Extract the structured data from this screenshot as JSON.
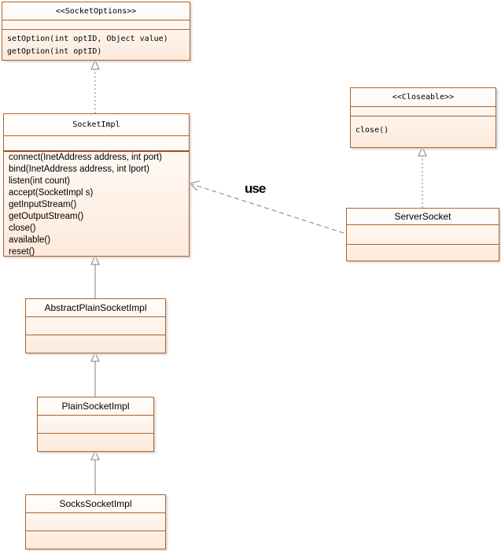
{
  "classes": {
    "socket_options": {
      "name": "<<SocketOptions>>",
      "operations": [
        "setOption(int optID, Object value)",
        "getOption(int optID)"
      ]
    },
    "socket_impl": {
      "name": "SocketImpl",
      "operations": [
        "connect(InetAddress address, int port)",
        "bind(InetAddress address, int lport)",
        "listen(int count)",
        "accept(SocketImpl s)",
        "getInputStream()",
        "getOutputStream()",
        "close()",
        "available()",
        "reset()"
      ]
    },
    "closeable": {
      "name": "<<Closeable>>",
      "operations": [
        "close()"
      ]
    },
    "server_socket": {
      "name": "ServerSocket"
    },
    "abstract_plain_socket_impl": {
      "name": "AbstractPlainSocketImpl"
    },
    "plain_socket_impl": {
      "name": "PlainSocketImpl"
    },
    "socks_socket_impl": {
      "name": "SocksSocketImpl"
    }
  },
  "relations": {
    "use_label": "use"
  },
  "colors": {
    "border": "#b0632a",
    "fill_bottom": "#fdeadb",
    "edge": "#808080"
  }
}
